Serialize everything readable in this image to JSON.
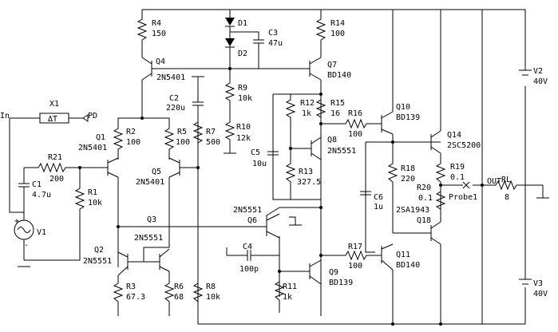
{
  "components": {
    "R4": {
      "ref": "R4",
      "value": "150"
    },
    "D1": {
      "ref": "D1"
    },
    "D2": {
      "ref": "D2"
    },
    "C3": {
      "ref": "C3",
      "value": "47u"
    },
    "R14": {
      "ref": "R14",
      "value": "100"
    },
    "Q4": {
      "ref": "Q4",
      "value": "2N5401"
    },
    "Q7": {
      "ref": "Q7",
      "value": "BD140"
    },
    "V2": {
      "ref": "V2",
      "value": "40V"
    },
    "R9": {
      "ref": "R9",
      "value": "10k"
    },
    "C2": {
      "ref": "C2",
      "value": "220u"
    },
    "R12": {
      "ref": "R12",
      "value": "1k"
    },
    "R15": {
      "ref": "R15",
      "value": "16"
    },
    "R16": {
      "ref": "R16",
      "value": "100"
    },
    "Q10": {
      "ref": "Q10",
      "value": "BD139"
    },
    "X1": {
      "ref": "X1",
      "symbol": "ΔT"
    },
    "R10": {
      "ref": "R10",
      "value": "12k"
    },
    "Q14": {
      "ref": "Q14",
      "value": "2SC5200"
    },
    "Q1": {
      "ref": "Q1",
      "value": "2N5401"
    },
    "R2": {
      "ref": "R2",
      "value": "100"
    },
    "R5": {
      "ref": "R5",
      "value": "100"
    },
    "R7": {
      "ref": "R7",
      "value": "500"
    },
    "C5": {
      "ref": "C5",
      "value": "10u"
    },
    "Q8": {
      "ref": "Q8",
      "value": "2N5551"
    },
    "R21": {
      "ref": "R21",
      "value": "200"
    },
    "Q5": {
      "ref": "Q5",
      "value": "2N5401"
    },
    "R18": {
      "ref": "R18",
      "value": "220"
    },
    "R19": {
      "ref": "R19",
      "value": "0.1"
    },
    "R13": {
      "ref": "R13",
      "value": "327.5"
    },
    "R20": {
      "ref": "R20",
      "value": "0.1"
    },
    "RL": {
      "ref": "RL",
      "value": "8"
    },
    "C1": {
      "ref": "C1",
      "value": "4.7u"
    },
    "R1": {
      "ref": "R1",
      "value": "10k"
    },
    "C6": {
      "ref": "C6",
      "value": "1u"
    },
    "Q18": {
      "ref": "Q18",
      "value": "2SA1943"
    },
    "Q3": {
      "ref": "Q3"
    },
    "Q6": {
      "ref": "Q6",
      "value": "2N5551"
    },
    "V1": {
      "ref": "V1"
    },
    "Q2": {
      "ref": "Q2",
      "value": "2N5551"
    },
    "Q2b": {
      "value": "2N5551"
    },
    "C4": {
      "ref": "C4",
      "value": "100p"
    },
    "R17": {
      "ref": "R17",
      "value": "100"
    },
    "Q11": {
      "ref": "Q11",
      "value": "BD140"
    },
    "R3": {
      "ref": "R3",
      "value": "67.3"
    },
    "R6": {
      "ref": "R6",
      "value": "68"
    },
    "R8": {
      "ref": "R8",
      "value": "10k"
    },
    "R11": {
      "ref": "R11",
      "value": "1k"
    },
    "Q9": {
      "ref": "Q9",
      "value": "BD139"
    },
    "V3": {
      "ref": "V3",
      "value": "40V"
    }
  },
  "nets": {
    "in": "In",
    "pd": "PD",
    "out": "OUT",
    "probe": "Probe1"
  },
  "terminals": {
    "plus": "+",
    "minus": "-"
  }
}
